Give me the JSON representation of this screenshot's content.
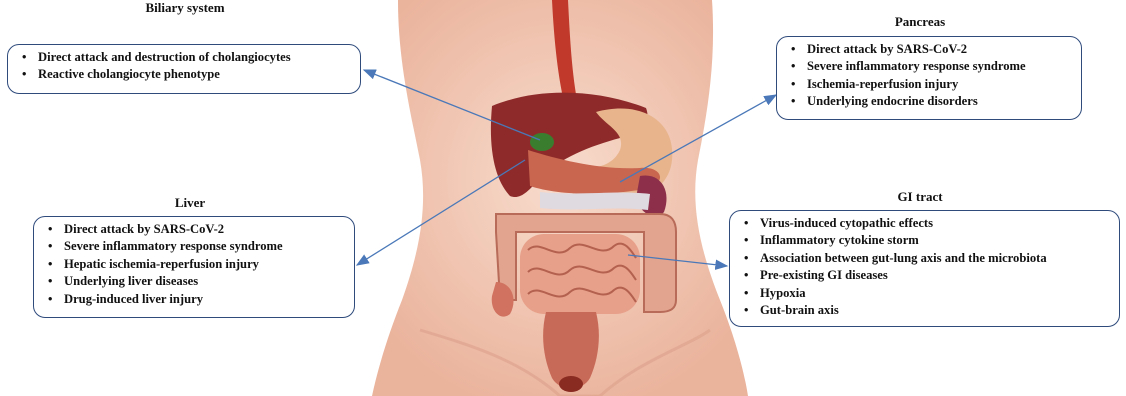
{
  "boxes": {
    "biliary": {
      "title": "Biliary system",
      "items": [
        "Direct attack and destruction of cholangiocytes",
        "Reactive cholangiocyte phenotype"
      ]
    },
    "pancreas": {
      "title": "Pancreas",
      "items": [
        "Direct attack by SARS-CoV-2",
        "Severe inflammatory response syndrome",
        "Ischemia-reperfusion injury",
        "Underlying endocrine disorders"
      ]
    },
    "liver": {
      "title": "Liver",
      "items": [
        "Direct attack by SARS-CoV-2",
        "Severe inflammatory response syndrome",
        "Hepatic ischemia-reperfusion injury",
        "Underlying liver diseases",
        "Drug-induced liver injury"
      ]
    },
    "gi": {
      "title": "GI tract",
      "items": [
        "Virus-induced cytopathic effects",
        "Inflammatory cytokine storm",
        "Association between gut-lung axis and the microbiota",
        "Pre-existing GI diseases",
        "Hypoxia",
        "Gut-brain axis"
      ]
    }
  },
  "colors": {
    "box_border": "#2f4b7c",
    "arrow": "#4a78b8",
    "skin": "#f2c6b3",
    "liver": "#8e2b2a",
    "intestine": "#e7a08a",
    "colon": "#c86a58",
    "stomach": "#c9664f"
  }
}
